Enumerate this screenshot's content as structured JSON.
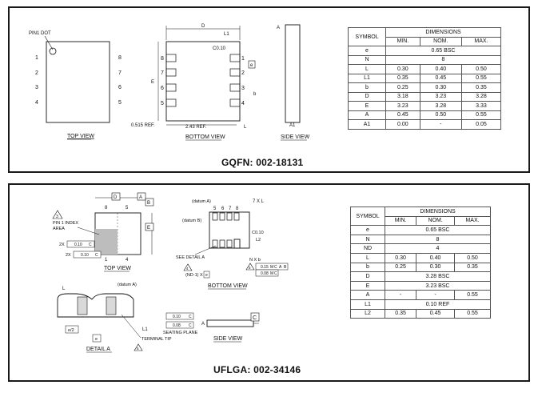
{
  "top": {
    "caption_bold": "GQFN:",
    "caption_rest": " 002-18131",
    "top_view": {
      "label": "TOP VIEW",
      "pin1": "PIN1 DOT",
      "left_pins": [
        "1",
        "2",
        "3",
        "4"
      ],
      "right_pins": [
        "8",
        "7",
        "6",
        "5"
      ]
    },
    "bottom_view": {
      "label": "BOTTOM VIEW",
      "d": "D",
      "e": "E",
      "l1": "L1",
      "c010": "C0.10",
      "e_box": "e",
      "b": "b",
      "l": "L",
      "ref_0515": "0.515  REF.",
      "ref_243": "2.43  REF.",
      "left_pins": [
        "8",
        "7",
        "6",
        "5"
      ],
      "right_pins": [
        "1",
        "2",
        "3",
        "4"
      ]
    },
    "side_view": {
      "label": "SIDE VIEW",
      "a": "A",
      "a1": "A1"
    },
    "table": {
      "symbol": "SYMBOL",
      "dimensions": "DIMENSIONS",
      "min": "MIN.",
      "nom": "NOM.",
      "max": "MAX.",
      "rows": [
        {
          "sym": "e",
          "span": "0.65 BSC"
        },
        {
          "sym": "N",
          "span": "8"
        },
        {
          "sym": "L",
          "min": "0.30",
          "nom": "0.40",
          "max": "0.50"
        },
        {
          "sym": "L1",
          "min": "0.35",
          "nom": "0.45",
          "max": "0.55"
        },
        {
          "sym": "b",
          "min": "0.25",
          "nom": "0.30",
          "max": "0.35"
        },
        {
          "sym": "D",
          "min": "3.18",
          "nom": "3.23",
          "max": "3.28"
        },
        {
          "sym": "E",
          "min": "3.23",
          "nom": "3.28",
          "max": "3.33"
        },
        {
          "sym": "A",
          "min": "0.45",
          "nom": "0.50",
          "max": "0.55"
        },
        {
          "sym": "A1",
          "min": "0.00",
          "nom": "-",
          "max": "0.05"
        }
      ]
    }
  },
  "bottom": {
    "caption_bold": "UFLGA:",
    "caption_rest": " 002-34146",
    "top_view": {
      "label": "TOP VIEW",
      "d": "D",
      "a": "A",
      "b": "B",
      "e": "E",
      "n8": "8",
      "n5": "5",
      "n1": "1",
      "n4": "4",
      "note3": "3",
      "pin1_l1": "PIN 1 INDEX",
      "pin1_l2": "AREA",
      "tol1_pre": "2X",
      "tol1": "0.10",
      "tol1_ref": "C",
      "tol2_pre": "2X",
      "tol2": "0.10",
      "tol2_ref": "C"
    },
    "bottom_view": {
      "label": "BOTTOM VIEW",
      "datum_a": "(datum A)",
      "datum_b": "(datum B)",
      "seven_xl": "7 X L",
      "top_nums": [
        "5",
        "6",
        "7",
        "8"
      ],
      "c010": "C0.10",
      "l2": "L2",
      "see_detail": "SEE DETAIL A",
      "nxb": "N X b",
      "note4": "4",
      "note5": "5",
      "nd1": "(ND-1) X",
      "nd1_e": "e",
      "tol1": "0.15",
      "tol1_m": "M",
      "tol1_c": "C",
      "tol1_a": "A",
      "tol1_b": "B",
      "tol2": "0.08",
      "tol2_m": "M",
      "tol2_c": "C"
    },
    "detail": {
      "label": "DETAIL A",
      "datum_a": "(datum  A)",
      "l": "L",
      "l1": "L1",
      "e2": "e/2",
      "e": "e",
      "terminal_tip": "TERMINAL TIP",
      "note5": "5"
    },
    "side_view": {
      "label": "SIDE VIEW",
      "seating": "SEATING PLANE",
      "a": "A",
      "c": "C",
      "tol1": "0.10",
      "tol1_c": "C",
      "tol2": "0.08",
      "tol2_c": "C"
    },
    "table": {
      "symbol": "SYMBOL",
      "dimensions": "DIMENSIONS",
      "min": "MIN.",
      "nom": "NOM.",
      "max": "MAX.",
      "rows": [
        {
          "sym": "e",
          "span": "0.65 BSC"
        },
        {
          "sym": "N",
          "span": "8"
        },
        {
          "sym": "ND",
          "span": "4"
        },
        {
          "sym": "L",
          "min": "0.30",
          "nom": "0.40",
          "max": "0.50"
        },
        {
          "sym": "b",
          "min": "0.25",
          "nom": "0.30",
          "max": "0.35"
        },
        {
          "sym": "D",
          "span": "3.28 BSC"
        },
        {
          "sym": "E",
          "span": "3.23 BSC"
        },
        {
          "sym": "A",
          "min": "-",
          "nom": "-",
          "max": "0.55"
        },
        {
          "sym": "L1",
          "span": "0.10 REF"
        },
        {
          "sym": "L2",
          "min": "0.35",
          "nom": "0.45",
          "max": "0.55"
        }
      ]
    }
  }
}
